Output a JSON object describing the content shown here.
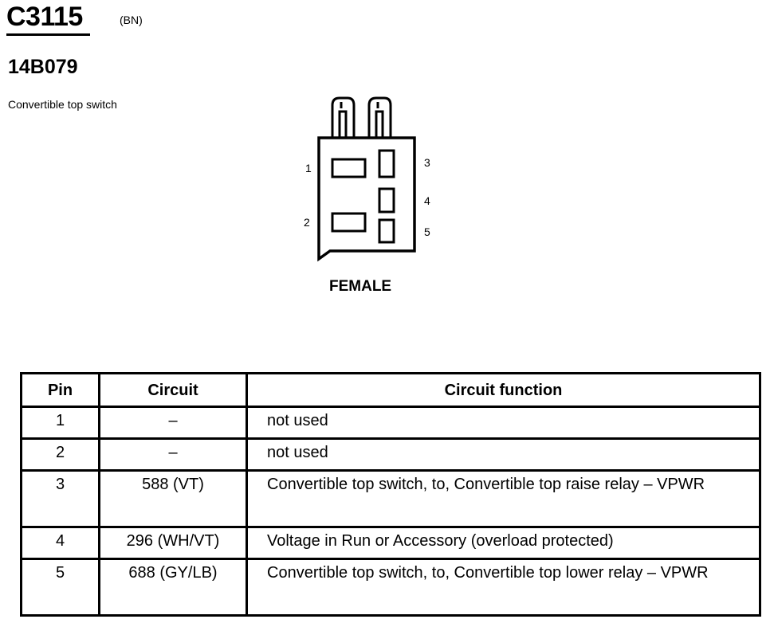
{
  "header": {
    "connector_id": "C3115",
    "color_code": "(BN)",
    "part_number": "14B079",
    "description": "Convertible top switch"
  },
  "connector": {
    "gender": "FEMALE",
    "pins": [
      {
        "label": "1"
      },
      {
        "label": "2"
      },
      {
        "label": "3"
      },
      {
        "label": "4"
      },
      {
        "label": "5"
      }
    ]
  },
  "table": {
    "headers": {
      "pin": "Pin",
      "circuit": "Circuit",
      "function": "Circuit function"
    },
    "rows": [
      {
        "pin": "1",
        "circuit": "–",
        "function": "not used"
      },
      {
        "pin": "2",
        "circuit": "–",
        "function": "not used"
      },
      {
        "pin": "3",
        "circuit": "588 (VT)",
        "function": "Convertible top switch, to, Convertible top raise relay – VPWR"
      },
      {
        "pin": "4",
        "circuit": "296 (WH/VT)",
        "function": "Voltage in Run or Accessory (overload protected)"
      },
      {
        "pin": "5",
        "circuit": "688 (GY/LB)",
        "function": "Convertible top switch, to, Convertible top lower relay – VPWR"
      }
    ]
  }
}
